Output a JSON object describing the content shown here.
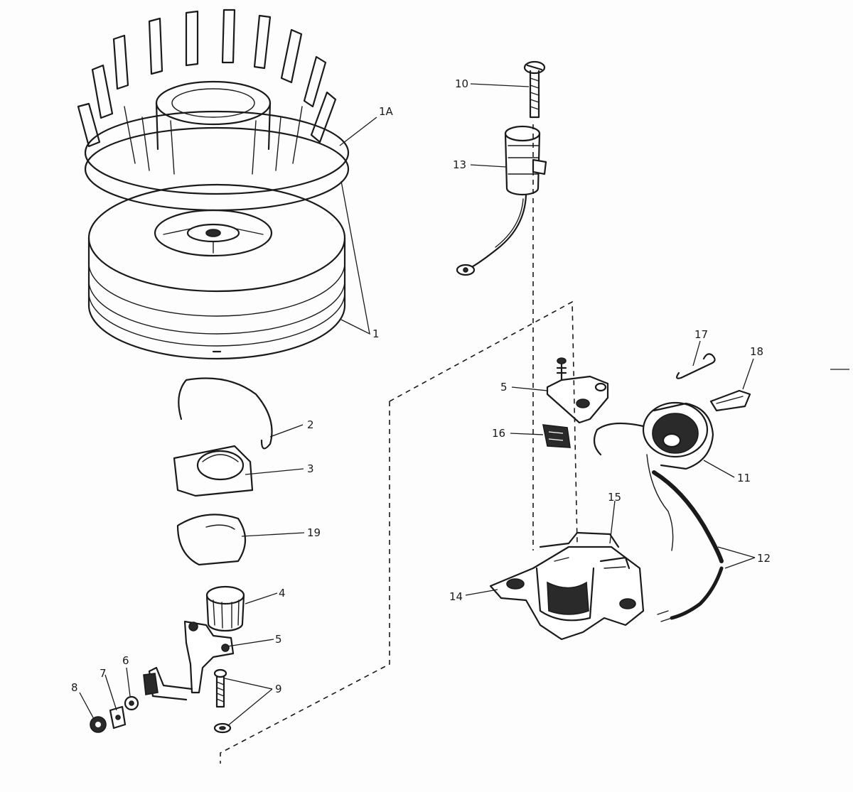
{
  "diagram": {
    "callouts": [
      {
        "id": "c-1a",
        "text": "1A"
      },
      {
        "id": "c-1",
        "text": "1"
      },
      {
        "id": "c-2",
        "text": "2"
      },
      {
        "id": "c-3",
        "text": "3"
      },
      {
        "id": "c-19",
        "text": "19"
      },
      {
        "id": "c-4",
        "text": "4"
      },
      {
        "id": "c-5a",
        "text": "5"
      },
      {
        "id": "c-6",
        "text": "6"
      },
      {
        "id": "c-7",
        "text": "7"
      },
      {
        "id": "c-8",
        "text": "8"
      },
      {
        "id": "c-9",
        "text": "9"
      },
      {
        "id": "c-10",
        "text": "10"
      },
      {
        "id": "c-13",
        "text": "13"
      },
      {
        "id": "c-5b",
        "text": "5"
      },
      {
        "id": "c-16",
        "text": "16"
      },
      {
        "id": "c-17",
        "text": "17"
      },
      {
        "id": "c-18",
        "text": "18"
      },
      {
        "id": "c-11",
        "text": "11"
      },
      {
        "id": "c-15",
        "text": "15"
      },
      {
        "id": "c-12",
        "text": "12"
      },
      {
        "id": "c-14",
        "text": "14"
      }
    ]
  }
}
